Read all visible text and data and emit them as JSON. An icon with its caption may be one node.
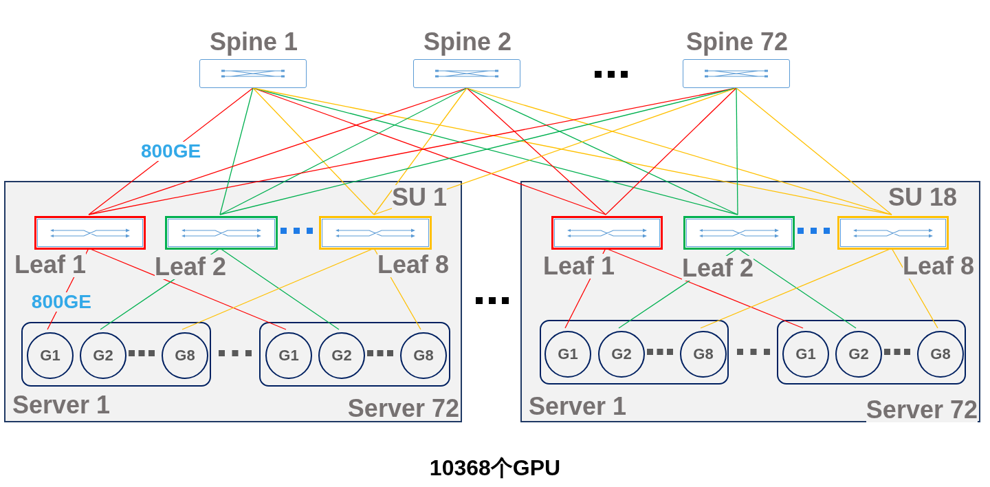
{
  "diagram": {
    "caption": "10368个GPU",
    "nodes": [
      {
        "text": [
          "Spine 1"
        ]
      },
      {
        "text": [
          "Spine 2"
        ]
      },
      {
        "text": [
          "Spine 72"
        ]
      },
      {
        "text": [
          "SU 1"
        ]
      },
      {
        "text": [
          "Leaf 1"
        ],
        "in": 3
      },
      {
        "text": [
          "Leaf 2"
        ],
        "in": 3
      },
      {
        "text": [
          "Leaf 8"
        ],
        "in": 3
      },
      {
        "text": [
          "Server 1"
        ],
        "in": 3
      },
      {
        "text": [
          "G1"
        ],
        "in": 7
      },
      {
        "text": [
          "G2"
        ],
        "in": 7
      },
      {
        "text": [
          "G8"
        ],
        "in": 7
      },
      {
        "text": [
          "Server 72"
        ],
        "in": 3
      },
      {
        "text": [
          "G1"
        ],
        "in": 11
      },
      {
        "text": [
          "G2"
        ],
        "in": 11
      },
      {
        "text": [
          "G8"
        ],
        "in": 11
      },
      {
        "text": [
          "SU 18"
        ]
      },
      {
        "text": [
          "Leaf 1"
        ],
        "in": 15
      },
      {
        "text": [
          "Leaf 2"
        ],
        "in": 15
      },
      {
        "text": [
          "Leaf 8"
        ],
        "in": 15
      },
      {
        "text": [
          "Server 1"
        ],
        "in": 15
      },
      {
        "text": [
          "G1"
        ],
        "in": 19
      },
      {
        "text": [
          "G2"
        ],
        "in": 19
      },
      {
        "text": [
          "G8"
        ],
        "in": 19
      },
      {
        "text": [
          "Server 72"
        ],
        "in": 15
      },
      {
        "text": [
          "G1"
        ],
        "in": 23
      },
      {
        "text": [
          "G2"
        ],
        "in": 23
      },
      {
        "text": [
          "G8"
        ],
        "in": 23
      }
    ],
    "edges": [
      {
        "from": 0,
        "to": 4,
        "arrow": "none",
        "color": "#ff0000",
        "label": "800GE"
      },
      {
        "from": 0,
        "to": 5,
        "arrow": "none",
        "color": "#00b050"
      },
      {
        "from": 0,
        "to": 6,
        "arrow": "none",
        "color": "#ffc000"
      },
      {
        "from": 0,
        "to": 16,
        "arrow": "none",
        "color": "#ff0000"
      },
      {
        "from": 0,
        "to": 17,
        "arrow": "none",
        "color": "#00b050"
      },
      {
        "from": 0,
        "to": 18,
        "arrow": "none",
        "color": "#ffc000"
      },
      {
        "from": 1,
        "to": 4,
        "arrow": "none",
        "color": "#ff0000"
      },
      {
        "from": 1,
        "to": 5,
        "arrow": "none",
        "color": "#00b050"
      },
      {
        "from": 1,
        "to": 6,
        "arrow": "none",
        "color": "#ffc000"
      },
      {
        "from": 1,
        "to": 16,
        "arrow": "none",
        "color": "#ff0000"
      },
      {
        "from": 1,
        "to": 17,
        "arrow": "none",
        "color": "#00b050"
      },
      {
        "from": 1,
        "to": 18,
        "arrow": "none",
        "color": "#ffc000"
      },
      {
        "from": 2,
        "to": 4,
        "arrow": "none",
        "color": "#ff0000"
      },
      {
        "from": 2,
        "to": 5,
        "arrow": "none",
        "color": "#00b050"
      },
      {
        "from": 2,
        "to": 6,
        "arrow": "none",
        "color": "#ffc000"
      },
      {
        "from": 2,
        "to": 16,
        "arrow": "none",
        "color": "#ff0000"
      },
      {
        "from": 2,
        "to": 17,
        "arrow": "none",
        "color": "#00b050"
      },
      {
        "from": 2,
        "to": 18,
        "arrow": "none",
        "color": "#ffc000"
      },
      {
        "from": 4,
        "to": 8,
        "arrow": "none",
        "color": "#ff0000",
        "label": "800GE"
      },
      {
        "from": 4,
        "to": 12,
        "arrow": "none",
        "color": "#ff0000"
      },
      {
        "from": 5,
        "to": 9,
        "arrow": "none",
        "color": "#00b050"
      },
      {
        "from": 5,
        "to": 13,
        "arrow": "none",
        "color": "#00b050"
      },
      {
        "from": 6,
        "to": 10,
        "arrow": "none",
        "color": "#ffc000"
      },
      {
        "from": 6,
        "to": 14,
        "arrow": "none",
        "color": "#ffc000"
      },
      {
        "from": 16,
        "to": 20,
        "arrow": "none",
        "color": "#ff0000"
      },
      {
        "from": 16,
        "to": 24,
        "arrow": "none",
        "color": "#ff0000"
      },
      {
        "from": 17,
        "to": 21,
        "arrow": "none",
        "color": "#00b050"
      },
      {
        "from": 17,
        "to": 25,
        "arrow": "none",
        "color": "#00b050"
      },
      {
        "from": 18,
        "to": 22,
        "arrow": "none",
        "color": "#ffc000"
      },
      {
        "from": 18,
        "to": 26,
        "arrow": "none",
        "color": "#ffc000"
      }
    ]
  }
}
